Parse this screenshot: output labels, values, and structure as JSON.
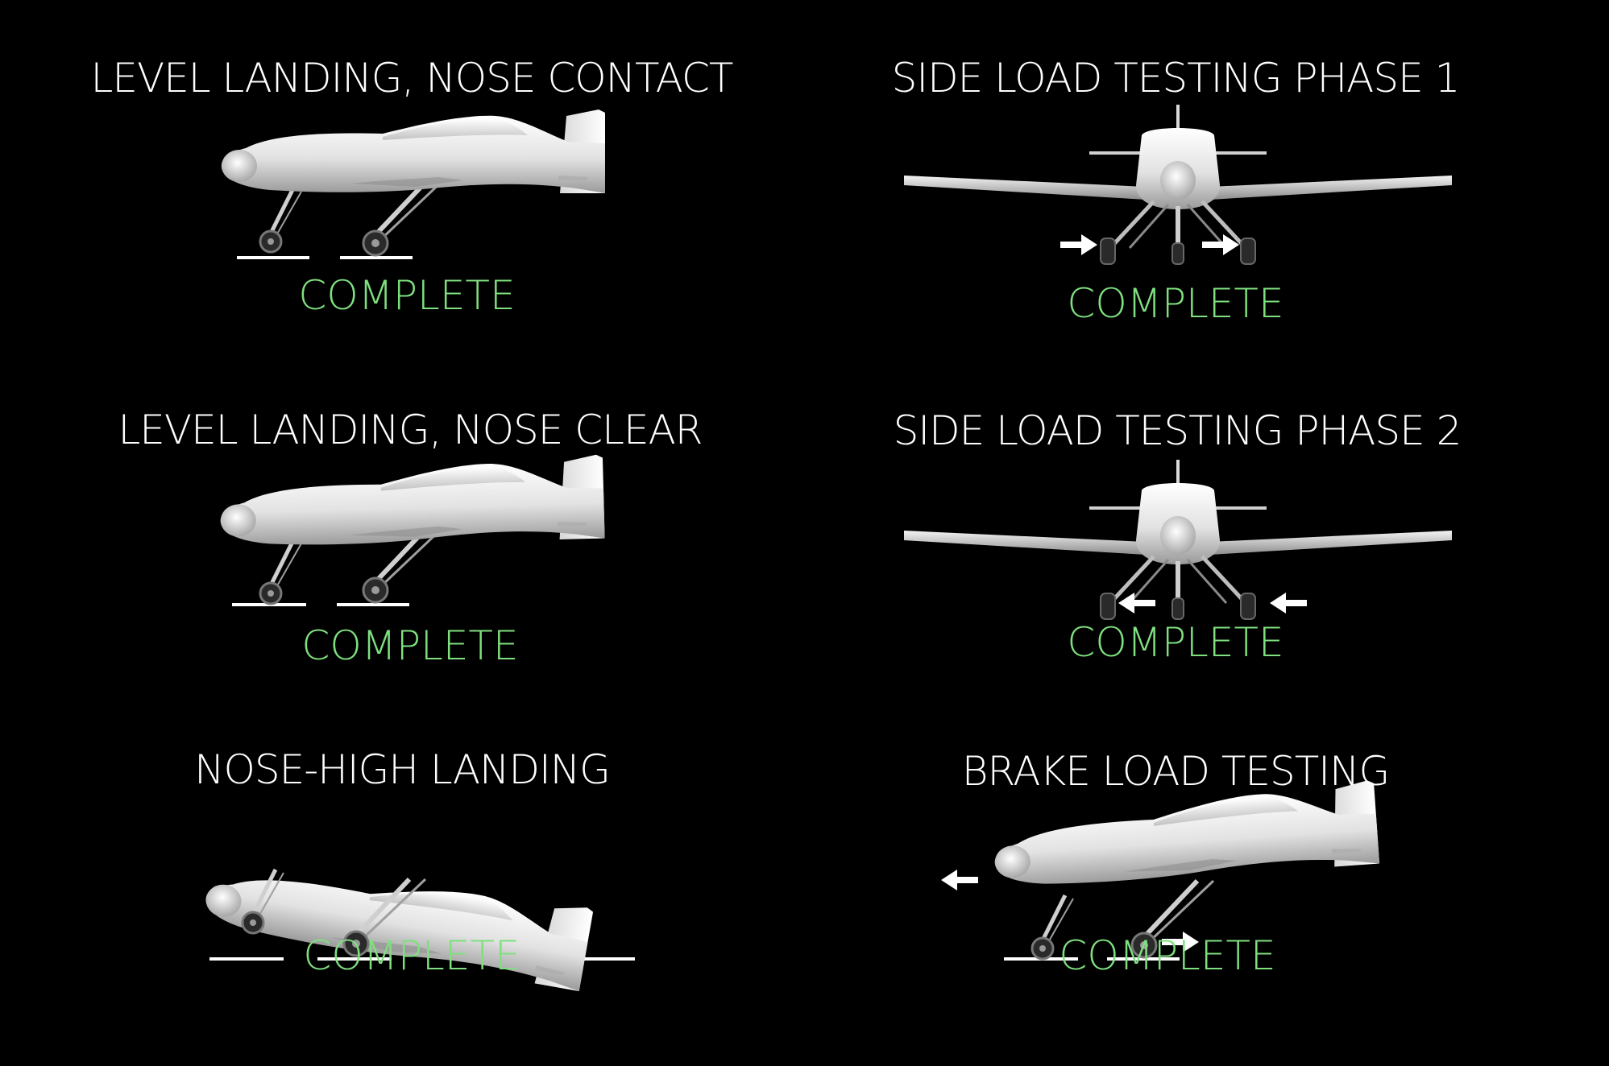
{
  "colors": {
    "background": "#000000",
    "title": "#ffffff",
    "status": "#7fe07f"
  },
  "panels": [
    {
      "title": "LEVEL LANDING, NOSE CONTACT",
      "status": "COMPLETE"
    },
    {
      "title": "SIDE LOAD TESTING PHASE 1",
      "status": "COMPLETE"
    },
    {
      "title": "LEVEL LANDING, NOSE CLEAR",
      "status": "COMPLETE"
    },
    {
      "title": "SIDE LOAD TESTING PHASE 2",
      "status": "COMPLETE"
    },
    {
      "title": "NOSE-HIGH LANDING",
      "status": "COMPLETE"
    },
    {
      "title": "BRAKE LOAD TESTING",
      "status": "COMPLETE"
    }
  ]
}
